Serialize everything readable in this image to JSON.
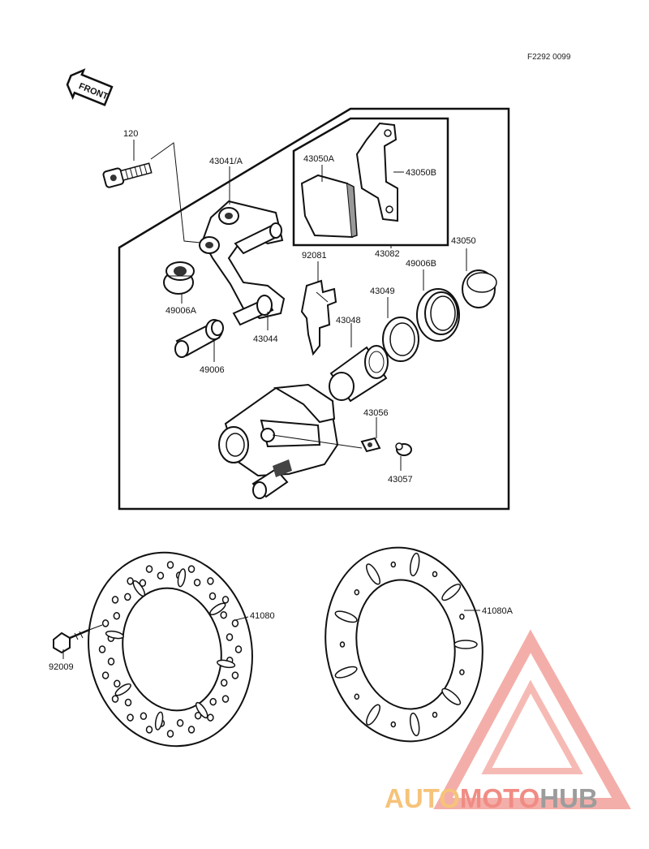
{
  "diagram": {
    "ref_code": "F2292 0099",
    "front_label": "FRONT",
    "parts": {
      "p120": "120",
      "p43041": "43041/A",
      "p43050A": "43050A",
      "p43050B": "43050B",
      "p43082": "43082",
      "p92081": "92081",
      "p43050": "43050",
      "p49006B": "49006B",
      "p43049": "43049",
      "p43048": "43048",
      "p49006A": "49006A",
      "p43044": "43044",
      "p49006": "49006",
      "p43056": "43056",
      "p43057": "43057",
      "p41080": "41080",
      "p41080A": "41080A",
      "p92009": "92009"
    }
  },
  "watermark": {
    "part1": "AUTO",
    "part2": "MOTO",
    "part3": "HUB",
    "color_auto": "#f6c37a",
    "color_moto": "#f08c84",
    "color_hub": "#9c9c9c",
    "triangle_color": "#f08c84"
  }
}
